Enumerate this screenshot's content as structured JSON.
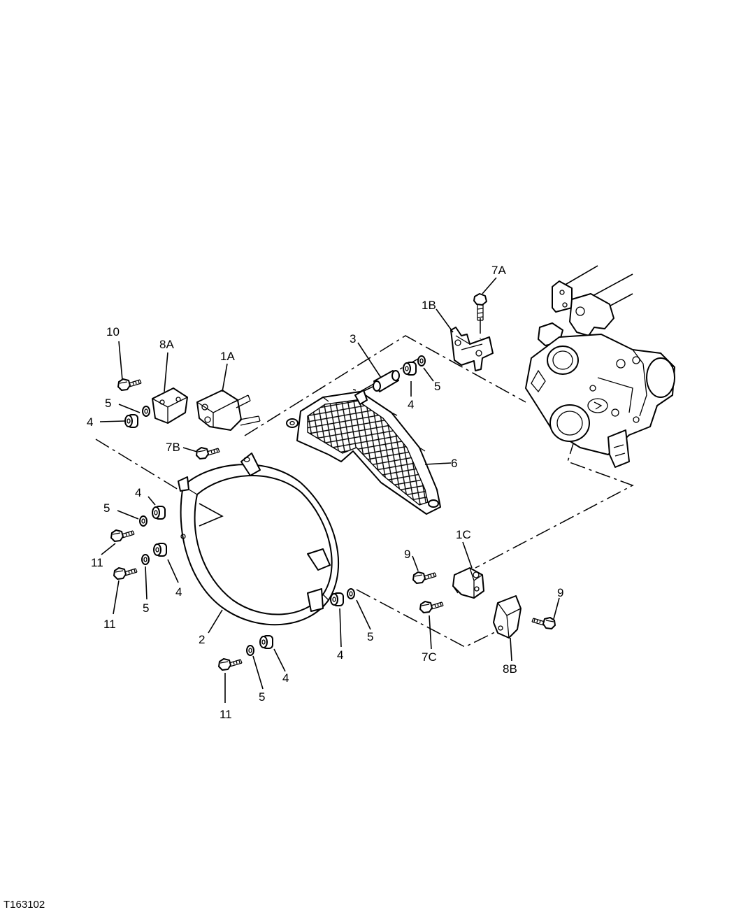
{
  "figure": {
    "reference": "T163102",
    "callouts": {
      "c10": "10",
      "c8a": "8A",
      "c1a": "1A",
      "c5a": "5",
      "c4a": "4",
      "c7b": "7B",
      "c3": "3",
      "c1b": "1B",
      "c7a": "7A",
      "c4b": "4",
      "c5b": "5",
      "c6": "6",
      "c4c": "4",
      "c5c": "5",
      "c11a": "11",
      "c11b": "11",
      "c5d": "5",
      "c4d": "4",
      "c2": "2",
      "c4e": "4",
      "c5e": "5",
      "c11c": "11",
      "c5f": "5",
      "c4f": "4",
      "c9a": "9",
      "c1c": "1C",
      "c9b": "9",
      "c7c": "7C",
      "c8b": "8B"
    }
  }
}
